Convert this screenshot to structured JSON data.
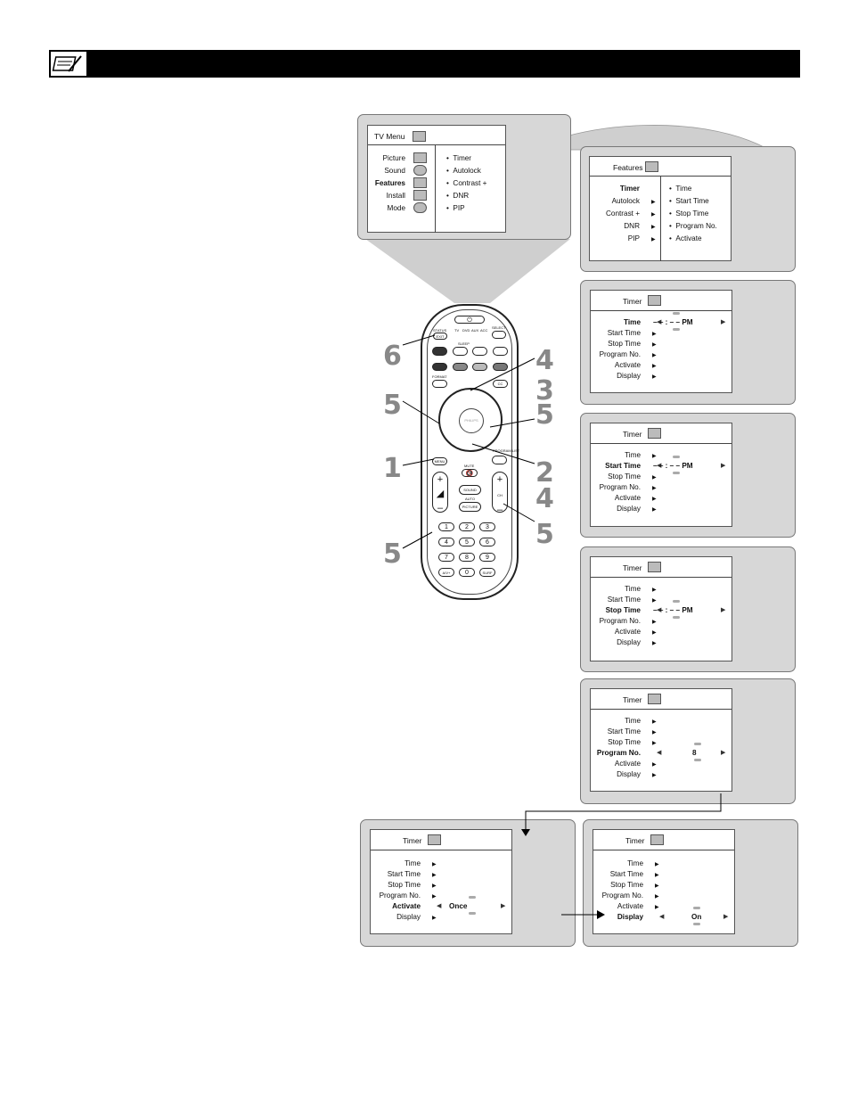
{
  "header": {
    "icon": "feature-notepad-icon"
  },
  "tv_menu": {
    "title": "TV Menu",
    "left_items": [
      "Picture",
      "Sound",
      "Features",
      "Install",
      "Mode"
    ],
    "selected": "Features",
    "right_items": [
      "Timer",
      "Autolock",
      "Contrast +",
      "DNR",
      "PIP"
    ]
  },
  "features_menu": {
    "title": "Features",
    "left_items": [
      "Timer",
      "Autolock",
      "Contrast +",
      "DNR",
      "PIP"
    ],
    "selected": "Timer",
    "right_items": [
      "Time",
      "Start Time",
      "Stop Time",
      "Program No.",
      "Activate"
    ]
  },
  "timer_items": [
    "Time",
    "Start Time",
    "Stop Time",
    "Program No.",
    "Activate",
    "Display"
  ],
  "timer_title": "Timer",
  "screens": [
    {
      "selected": "Time",
      "value": "– – : – – PM"
    },
    {
      "selected": "Start Time",
      "value": "– – : – – PM"
    },
    {
      "selected": "Stop Time",
      "value": "– – : – – PM"
    },
    {
      "selected": "Program No.",
      "value": "8"
    },
    {
      "selected": "Activate",
      "value": "Once"
    },
    {
      "selected": "Display",
      "value": "On"
    }
  ],
  "remote": {
    "brand": "PHILIPS",
    "buttons": {
      "status": "STATUS",
      "exit": "EXIT",
      "select": "SELECT",
      "tv": "TV",
      "dvd": "DVD",
      "aux": "AUX",
      "acc": "ACC",
      "sleep": "SLEEP",
      "format": "FORMAT",
      "cc": "CC",
      "menu": "MENU",
      "mute": "MUTE",
      "sound": "SOUND",
      "auto": "AUTO",
      "picture": "PICTURE",
      "ch": "CH",
      "program_list": "PROGRAM LIST",
      "av": "A/V+",
      "surf": "SURF"
    },
    "digits": [
      "1",
      "2",
      "3",
      "4",
      "5",
      "6",
      "7",
      "8",
      "9",
      "0"
    ],
    "step_labels": [
      "6",
      "5",
      "1",
      "5",
      "4",
      "3",
      "5",
      "2",
      "4",
      "5"
    ]
  }
}
